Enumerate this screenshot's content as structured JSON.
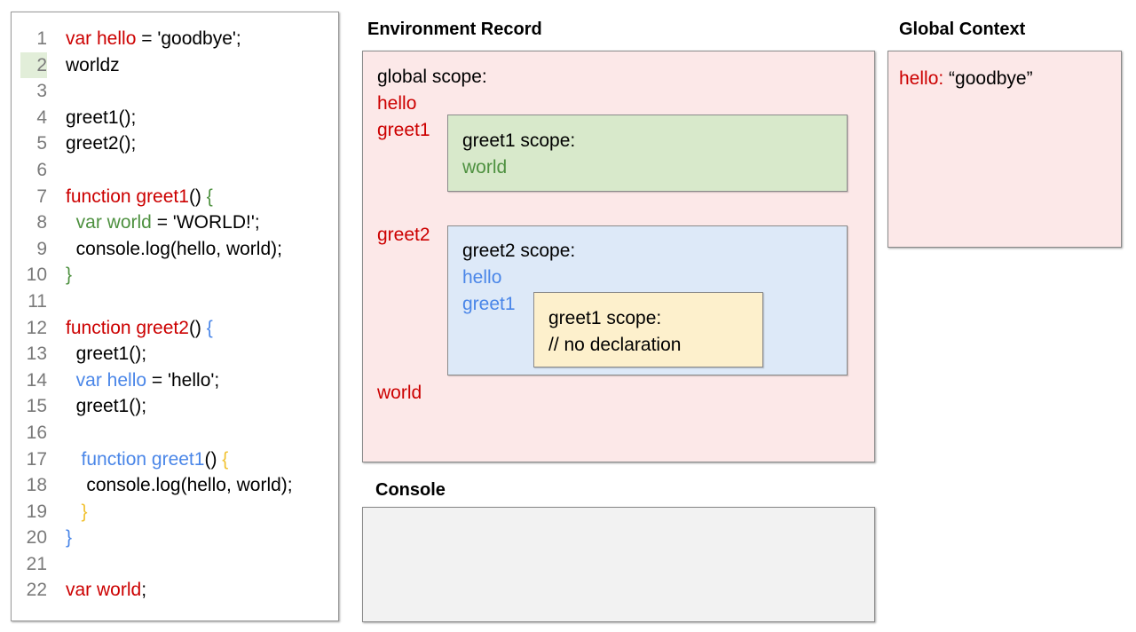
{
  "titles": {
    "environment_record": "Environment Record",
    "global_context": "Global Context",
    "console": "Console"
  },
  "code": {
    "palette": {
      "k": "#000000",
      "r": "#cc0000",
      "g": "#4e9140",
      "b": "#4a86e8",
      "y": "#f1c232"
    },
    "line_number_color": "#7a7a7a",
    "active_line_highlight": "#e2eed9",
    "lines": [
      {
        "n": 1,
        "segs": [
          [
            "r",
            "var hello"
          ],
          [
            "k",
            " = 'goodbye';"
          ]
        ]
      },
      {
        "n": 2,
        "hl": true,
        "segs": [
          [
            "k",
            "worldz"
          ]
        ]
      },
      {
        "n": 3,
        "segs": []
      },
      {
        "n": 4,
        "segs": [
          [
            "k",
            "greet1();"
          ]
        ]
      },
      {
        "n": 5,
        "segs": [
          [
            "k",
            "greet2();"
          ]
        ]
      },
      {
        "n": 6,
        "segs": []
      },
      {
        "n": 7,
        "segs": [
          [
            "r",
            "function greet1"
          ],
          [
            "k",
            "() "
          ],
          [
            "g",
            "{"
          ]
        ]
      },
      {
        "n": 8,
        "segs": [
          [
            "k",
            "  "
          ],
          [
            "g",
            "var world"
          ],
          [
            "k",
            " = 'WORLD!';"
          ]
        ]
      },
      {
        "n": 9,
        "segs": [
          [
            "k",
            "  console.log(hello, world);"
          ]
        ]
      },
      {
        "n": 10,
        "segs": [
          [
            "g",
            "}"
          ]
        ]
      },
      {
        "n": 11,
        "segs": []
      },
      {
        "n": 12,
        "segs": [
          [
            "r",
            "function greet2"
          ],
          [
            "k",
            "() "
          ],
          [
            "b",
            "{"
          ]
        ]
      },
      {
        "n": 13,
        "segs": [
          [
            "k",
            "  greet1();"
          ]
        ]
      },
      {
        "n": 14,
        "segs": [
          [
            "k",
            "  "
          ],
          [
            "b",
            "var hello"
          ],
          [
            "k",
            " = 'hello';"
          ]
        ]
      },
      {
        "n": 15,
        "segs": [
          [
            "k",
            "  greet1();"
          ]
        ]
      },
      {
        "n": 16,
        "segs": []
      },
      {
        "n": 17,
        "segs": [
          [
            "k",
            "   "
          ],
          [
            "b",
            "function greet1"
          ],
          [
            "k",
            "() "
          ],
          [
            "y",
            "{"
          ]
        ]
      },
      {
        "n": 18,
        "segs": [
          [
            "k",
            "    console.log(hello, world);"
          ]
        ]
      },
      {
        "n": 19,
        "segs": [
          [
            "k",
            "   "
          ],
          [
            "y",
            "}"
          ]
        ]
      },
      {
        "n": 20,
        "segs": [
          [
            "b",
            "}"
          ]
        ]
      },
      {
        "n": 21,
        "segs": []
      },
      {
        "n": 22,
        "segs": [
          [
            "r",
            "var world"
          ],
          [
            "k",
            ";"
          ]
        ]
      }
    ]
  },
  "env": {
    "scope_label": "global scope:",
    "var_hello": "hello",
    "var_greet1": "greet1",
    "var_greet2": "greet2",
    "var_world": "world",
    "greet1_box": {
      "label": "greet1 scope:",
      "var_world": "world"
    },
    "greet2_box": {
      "label": "greet2 scope:",
      "var_hello": "hello",
      "var_greet1": "greet1",
      "inner_greet1_box": {
        "label": "greet1 scope:",
        "comment": "// no declaration"
      }
    }
  },
  "global_context": {
    "var_name": "hello:",
    "var_value": " “goodbye”"
  },
  "colors": {
    "panel_pink": "#fce8e8",
    "scope_green": "#d8e9cb",
    "scope_blue": "#dde9f8",
    "scope_yellow": "#fdf0cc",
    "console_gray": "#f2f2f2",
    "border_gray": "#8a8a8a"
  }
}
